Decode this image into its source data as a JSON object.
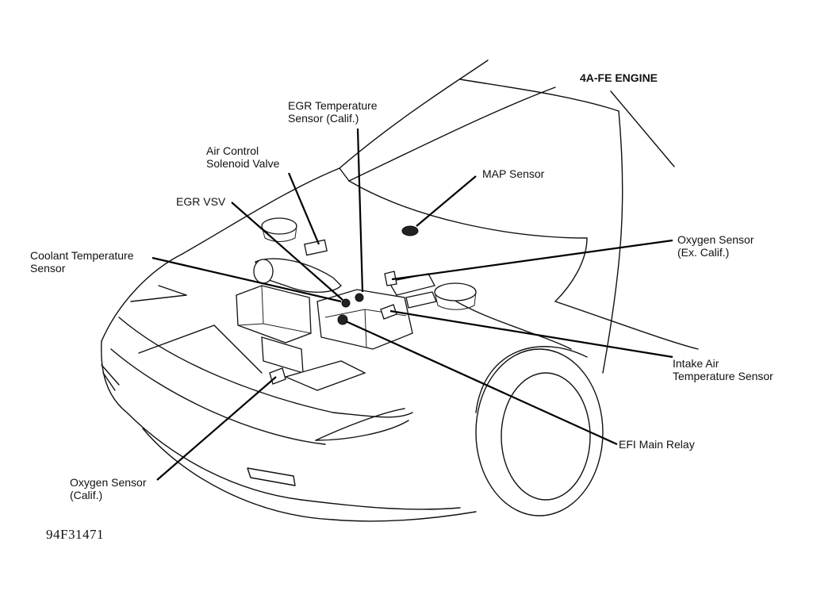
{
  "title": "4A-FE ENGINE",
  "figure_id": "94F31471",
  "labels": {
    "egr_temp": [
      "EGR Temperature",
      "Sensor (Calif.)"
    ],
    "air_control": [
      "Air Control",
      "Solenoid Valve"
    ],
    "egr_vsv": [
      "EGR VSV"
    ],
    "map_sensor": [
      "MAP Sensor"
    ],
    "coolant_temp": [
      "Coolant Temperature",
      "Sensor"
    ],
    "oxygen_ex_calif": [
      "Oxygen Sensor",
      "(Ex. Calif.)"
    ],
    "intake_air_temp": [
      "Intake Air",
      "Temperature Sensor"
    ],
    "efi_main_relay": [
      "EFI Main Relay"
    ],
    "oxygen_calif": [
      "Oxygen Sensor",
      "(Calif.)"
    ]
  }
}
